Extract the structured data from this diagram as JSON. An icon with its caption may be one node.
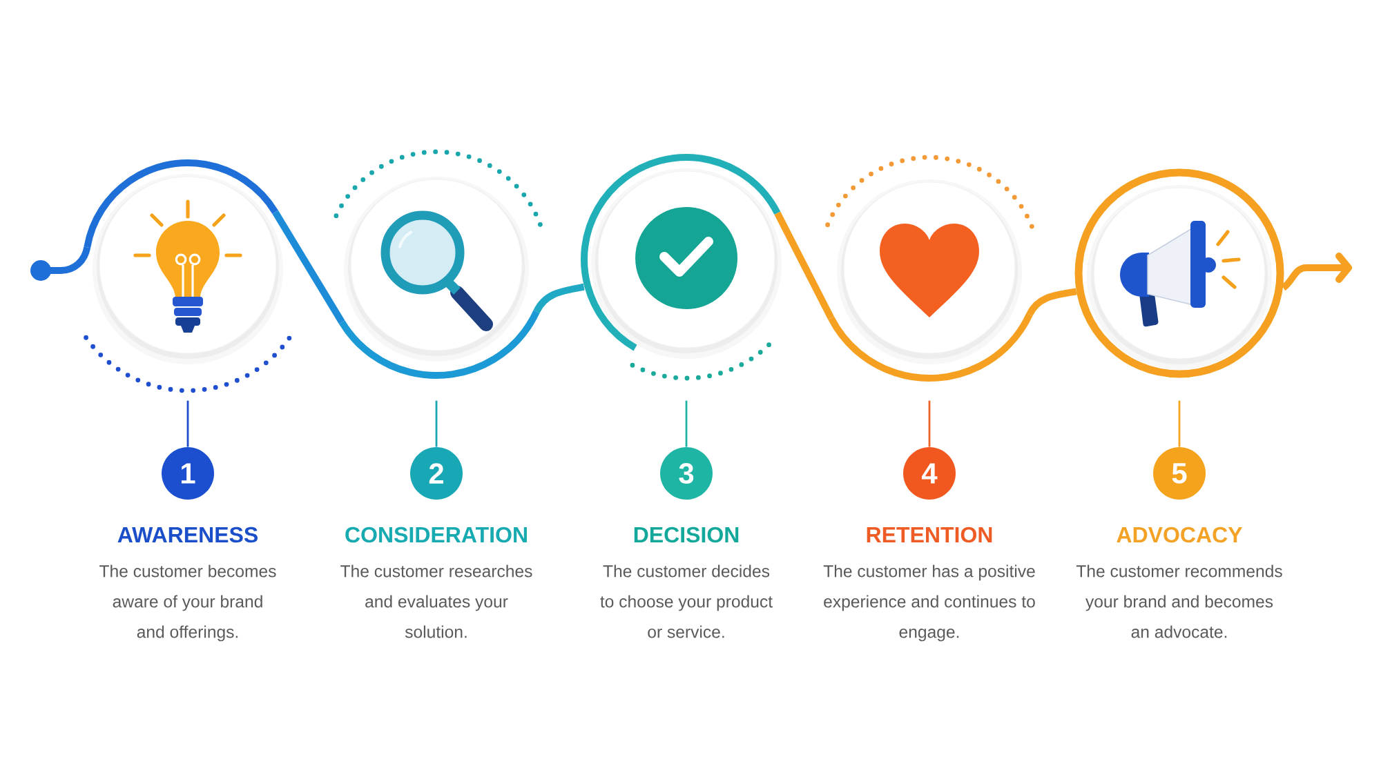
{
  "diagram": {
    "nodes": [
      {
        "text": [],
        "shape": "circle"
      },
      {
        "text": [],
        "shape": "circle"
      },
      {
        "text": [],
        "shape": "circle"
      },
      {
        "text": [],
        "shape": "circle"
      },
      {
        "text": [],
        "shape": "circle"
      },
      {
        "text": [
          "1"
        ],
        "beside": [
          "AWARENESS",
          "The customer becomes aware of your brand and offerings."
        ]
      },
      {
        "text": [
          "2"
        ],
        "beside": [
          "CONSIDERATION",
          "The customer researches and evaluates your solution."
        ]
      },
      {
        "text": [
          "3"
        ],
        "beside": [
          "DECISION",
          "The customer decides to choose your product or service."
        ]
      },
      {
        "text": [
          "4"
        ],
        "beside": [
          "RETENTION",
          "The customer has a positive experience and continues to engage."
        ]
      },
      {
        "text": [
          "5"
        ],
        "beside": [
          "ADVOCACY",
          "The customer recommends your brand and becomes an advocate."
        ]
      }
    ],
    "edges": [
      {
        "from": null,
        "to": 0,
        "arrow": "other",
        "color": "#1f6fd8"
      },
      {
        "from": 0,
        "to": 1,
        "arrow": "none",
        "color": "#1c8cd9"
      },
      {
        "from": 1,
        "to": 2,
        "arrow": "none",
        "color": "#1fa9c4"
      },
      {
        "from": 2,
        "to": 3,
        "arrow": "none",
        "color": "#f5a020"
      },
      {
        "from": 3,
        "to": 4,
        "arrow": "none",
        "color": "#f5a020"
      },
      {
        "from": 4,
        "to": null,
        "arrow": "to",
        "color": "#f5a020"
      },
      {
        "from": 0,
        "to": 5,
        "arrow": "none",
        "color": "#1f4fc8"
      },
      {
        "from": 1,
        "to": 6,
        "arrow": "none",
        "color": "#1aa5b0"
      },
      {
        "from": 2,
        "to": 7,
        "arrow": "none",
        "color": "#1eb3a3"
      },
      {
        "from": 3,
        "to": 8,
        "arrow": "none",
        "color": "#f0642a"
      },
      {
        "from": 4,
        "to": 9,
        "arrow": "none",
        "color": "#f5a623"
      }
    ]
  }
}
